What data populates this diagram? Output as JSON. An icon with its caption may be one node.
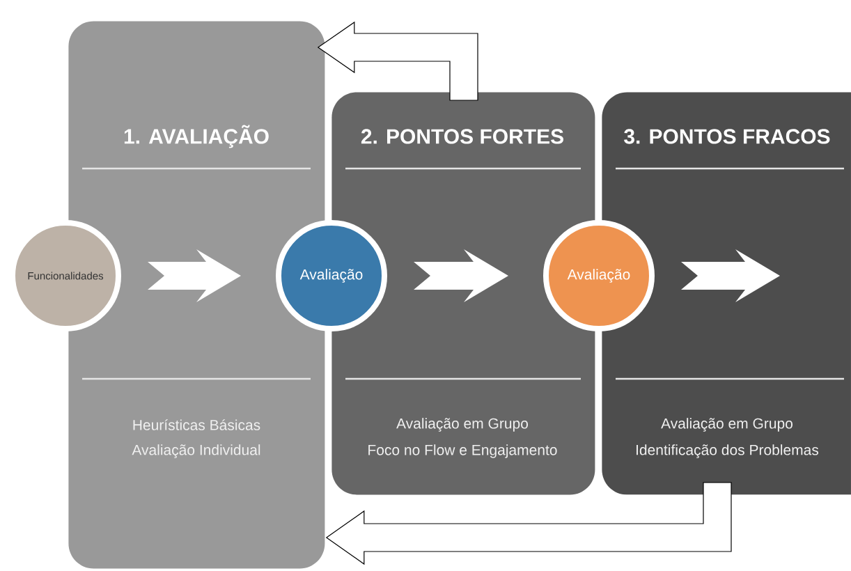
{
  "diagram": {
    "nodes": [
      {
        "text": [
          "1. AVALIAÇÃO",
          "Heurísticas Básicas",
          "Avaliação Individual"
        ]
      },
      {
        "text": [
          "2. PONTOS FORTES",
          "Avaliação em Grupo",
          "Foco no Flow e Engajamento"
        ]
      },
      {
        "text": [
          "3. PONTOS FRACOS",
          "Avaliação em Grupo",
          "Identificação dos Problemas"
        ]
      },
      {
        "text": [
          "Funcionalidades"
        ]
      },
      {
        "text": [
          "Avaliação"
        ]
      },
      {
        "text": [
          "Avaliação"
        ]
      }
    ],
    "edges": [
      {
        "from": 3,
        "to": 4,
        "arrow": "to"
      },
      {
        "from": 4,
        "to": 5,
        "arrow": "to"
      },
      {
        "from": 5,
        "to": null,
        "arrow": "to"
      },
      {
        "from": 1,
        "to": 0,
        "arrow": "to"
      },
      {
        "from": 2,
        "to": 0,
        "arrow": "to"
      }
    ]
  }
}
